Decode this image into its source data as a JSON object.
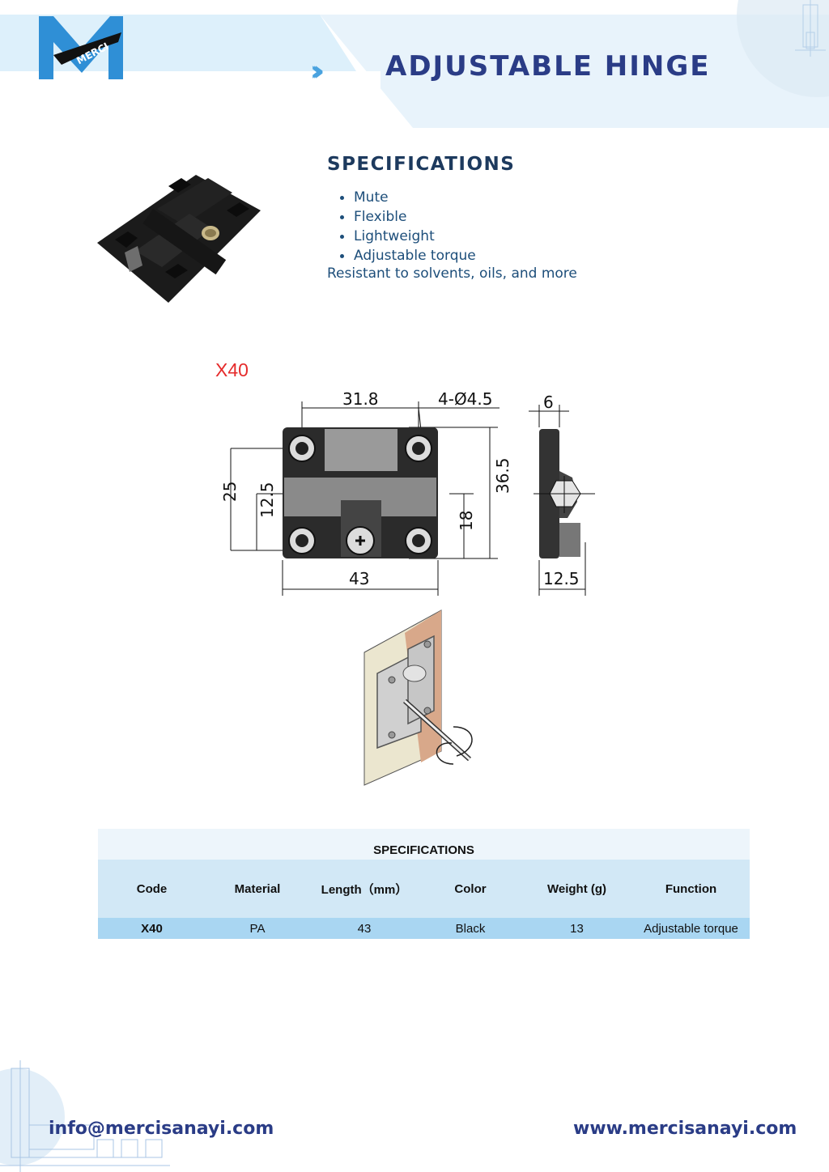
{
  "header": {
    "brand": "MERCI",
    "title": "ADJUSTABLE HINGE",
    "chevrons": "›››"
  },
  "specifications": {
    "heading": "SPECIFICATIONS",
    "bullets": [
      "Mute",
      "Flexible",
      "Lightweight",
      "Adjustable torque"
    ],
    "extra": "Resistant to solvents, oils, and more"
  },
  "model": {
    "label": "X40"
  },
  "drawing": {
    "dims": {
      "width_top": "31.8",
      "holes": "4-Ø4.5",
      "side_thickness": "6",
      "height_outer": "25",
      "height_inner": "12.5",
      "height_total": "36.5",
      "height_lower": "18",
      "width_total": "43",
      "side_depth": "12.5"
    }
  },
  "table": {
    "title": "SPECIFICATIONS",
    "columns": [
      "Code",
      "Material",
      "Length（mm）",
      "Color",
      "Weight (g)",
      "Function"
    ],
    "rows": [
      [
        "X40",
        "PA",
        "43",
        "Black",
        "13",
        "Adjustable torque"
      ]
    ]
  },
  "footer": {
    "email": "info@mercisanayi.com",
    "website": "www.mercisanayi.com"
  },
  "colors": {
    "title": "#2a3c86",
    "heading": "#1d3a5e",
    "accent": "#4aa3df",
    "model_label": "#e52b2b",
    "table_header_bg": "#d2e8f6",
    "table_row_bg": "#a9d6f2"
  }
}
